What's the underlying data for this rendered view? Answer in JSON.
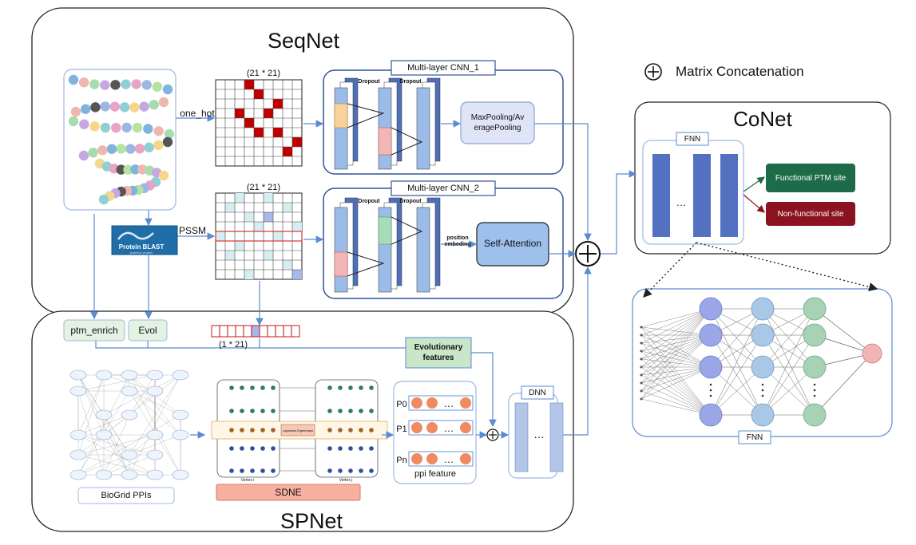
{
  "seqnet": {
    "title": "SeqNet"
  },
  "spnet": {
    "title": "SPNet"
  },
  "conet": {
    "title": "CoNet"
  },
  "legend": {
    "symbol": "⊕",
    "label": "Matrix Concatenation"
  },
  "onehot": {
    "label": "one_hot",
    "matrix_size": "(21 * 21)"
  },
  "pssm": {
    "label": "PSSM",
    "matrix_size": "(21 * 21)"
  },
  "blast": {
    "label": "Protein BLAST",
    "sub": "protein ▸ protein"
  },
  "cnn1": {
    "title": "Multi-layer CNN_1",
    "dropout1": "Dropout",
    "dropout2": "Dropout",
    "pool_label": "MaxPooling/Av eragePooling"
  },
  "cnn2": {
    "title": "Multi-layer CNN_2",
    "dropout1": "Dropout",
    "dropout2": "Dropout",
    "pos_label": "position embeding",
    "attn_label": "Self-Attention"
  },
  "features": {
    "ptm_enrich": "ptm_enrich",
    "evol": "Evol",
    "vector_size": "(1 * 21)",
    "evol_features": "Evolutionary features"
  },
  "biogrid": {
    "label": "BioGrid PPIs"
  },
  "sdne": {
    "label": "SDNE",
    "vertex_i": "Vertex i",
    "vertex_j": "Vertex j",
    "mid_label": "Laplacian Eigenmaps"
  },
  "ppi": {
    "label": "ppi feature",
    "rows": [
      "P0",
      "P1",
      "Pn"
    ],
    "ellipsis": "…"
  },
  "dnn": {
    "title": "DNN",
    "ellipsis": "…"
  },
  "fnn": {
    "title": "FNN",
    "ellipsis": "…"
  },
  "outputs": {
    "functional": "Functional PTM site",
    "nonfunctional": "Non-functional site"
  },
  "fnn_detail": {
    "label": "FNN"
  },
  "colors": {
    "blue_dark": "#5470c0",
    "blue_light": "#a9c2ea",
    "red": "#c00000",
    "green": "#1e6b4a",
    "maroon": "#8b1320",
    "salmon": "#f4a79a"
  }
}
